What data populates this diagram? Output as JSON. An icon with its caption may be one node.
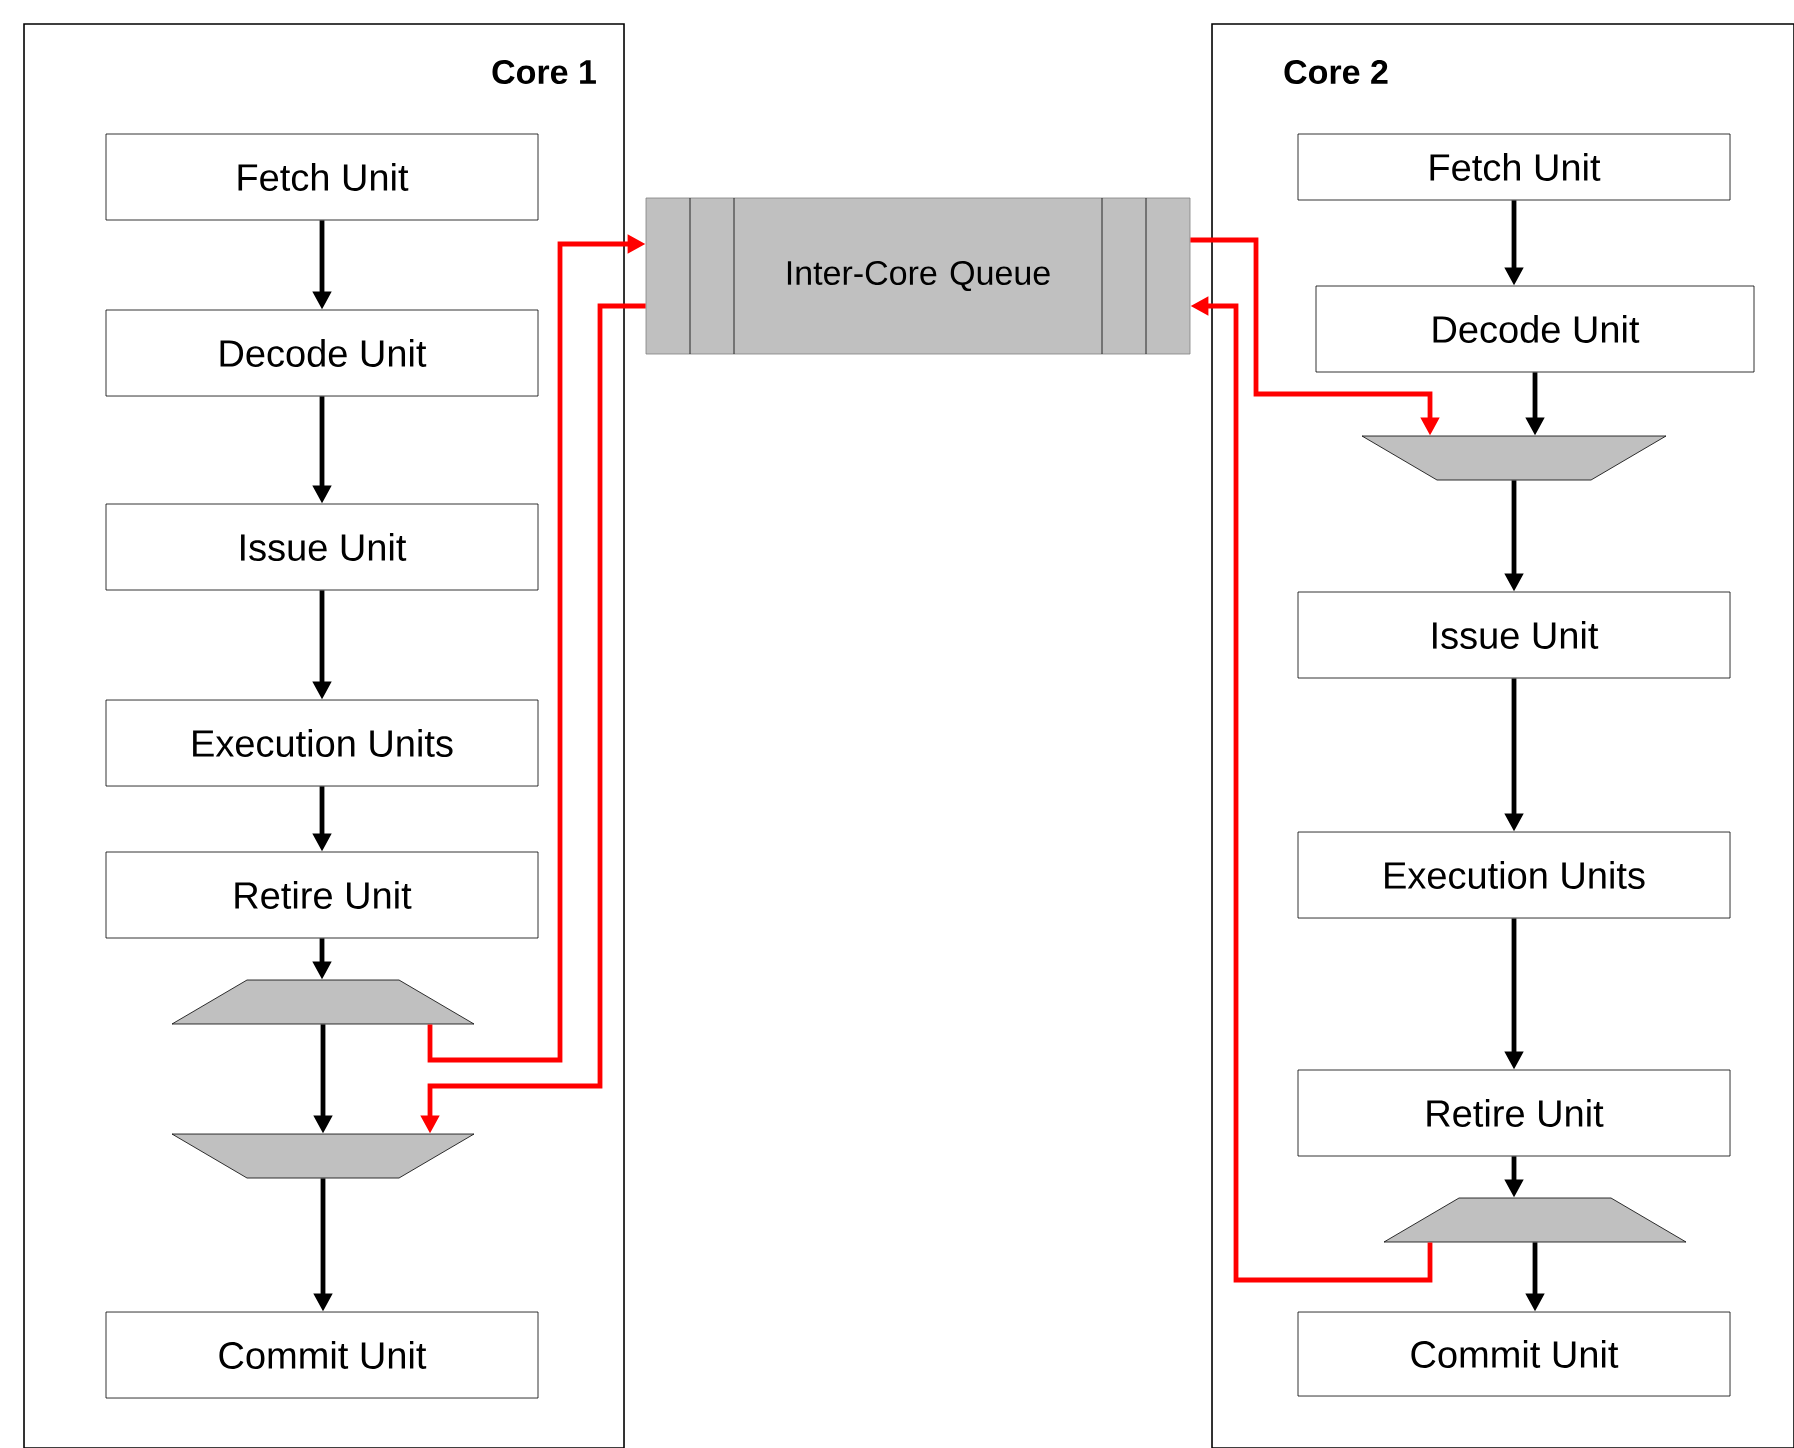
{
  "diagram": {
    "nodes": [
      {
        "text": [
          "Core 1"
        ]
      },
      {
        "text": [
          "Fetch Unit"
        ],
        "in": 0
      },
      {
        "text": [
          "Decode Unit"
        ],
        "in": 0
      },
      {
        "text": [
          "Issue Unit"
        ],
        "in": 0
      },
      {
        "text": [
          "Execution Units"
        ],
        "in": 0
      },
      {
        "text": [
          "Retire Unit"
        ],
        "in": 0
      },
      {
        "text": [],
        "shape": "trapezoid",
        "in": 0
      },
      {
        "text": [],
        "shape": "trapezoid",
        "in": 0
      },
      {
        "text": [
          "Commit Unit"
        ],
        "in": 0
      },
      {
        "text": [
          "Inter-Core Queue"
        ]
      },
      {
        "text": [
          "Core 2"
        ]
      },
      {
        "text": [
          "Fetch Unit"
        ],
        "in": 10
      },
      {
        "text": [
          "Decode Unit"
        ],
        "in": 10
      },
      {
        "text": [],
        "shape": "trapezoid",
        "in": 10
      },
      {
        "text": [
          "Issue Unit"
        ],
        "in": 10
      },
      {
        "text": [
          "Execution Units"
        ],
        "in": 10
      },
      {
        "text": [
          "Retire Unit"
        ],
        "in": 10
      },
      {
        "text": [],
        "shape": "trapezoid",
        "in": 10
      },
      {
        "text": [
          "Commit Unit"
        ],
        "in": 10
      }
    ],
    "edges": [
      {
        "from": 1,
        "to": 2,
        "arrow": "to"
      },
      {
        "from": 2,
        "to": 3,
        "arrow": "to"
      },
      {
        "from": 3,
        "to": 4,
        "arrow": "to"
      },
      {
        "from": 4,
        "to": 5,
        "arrow": "to"
      },
      {
        "from": 5,
        "to": 6,
        "arrow": "to"
      },
      {
        "from": 6,
        "to": 7,
        "arrow": "to"
      },
      {
        "from": 7,
        "to": 8,
        "arrow": "to"
      },
      {
        "from": 11,
        "to": 12,
        "arrow": "to"
      },
      {
        "from": 12,
        "to": 13,
        "arrow": "to"
      },
      {
        "from": 13,
        "to": 14,
        "arrow": "to"
      },
      {
        "from": 14,
        "to": 15,
        "arrow": "to"
      },
      {
        "from": 15,
        "to": 16,
        "arrow": "to"
      },
      {
        "from": 16,
        "to": 17,
        "arrow": "to"
      },
      {
        "from": 17,
        "to": 18,
        "arrow": "to"
      },
      {
        "from": 6,
        "to": 9,
        "arrow": "to",
        "color": "#ff0000"
      },
      {
        "from": 9,
        "to": 7,
        "arrow": "to",
        "color": "#ff0000"
      },
      {
        "from": 9,
        "to": 13,
        "arrow": "to",
        "color": "#ff0000"
      },
      {
        "from": 17,
        "to": 9,
        "arrow": "to",
        "color": "#ff0000"
      }
    ]
  }
}
